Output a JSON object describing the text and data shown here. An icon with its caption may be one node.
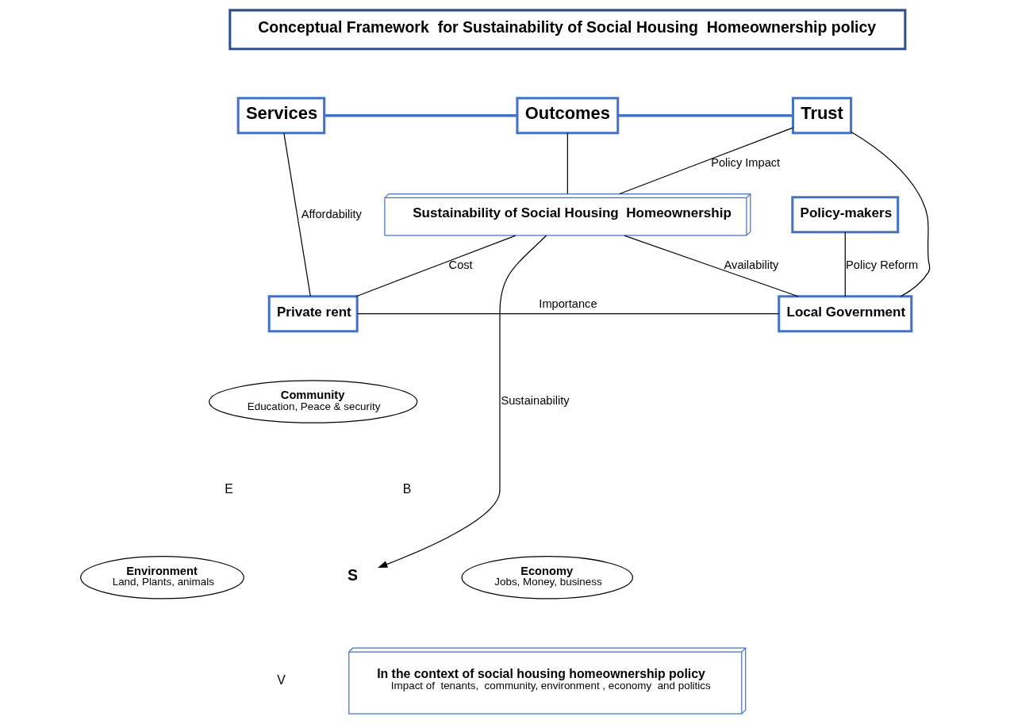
{
  "diagram": {
    "nodes": [
      {
        "text": [
          "Conceptual Framework  for Sustainability of Social Housing  Homeownership policy"
        ]
      },
      {
        "text": [
          "Services"
        ]
      },
      {
        "text": [
          "Outcomes"
        ]
      },
      {
        "text": [
          "Trust"
        ]
      },
      {
        "text": [
          "Sustainability of Social Housing  Homeownership"
        ]
      },
      {
        "text": [
          "Policy-makers"
        ]
      },
      {
        "text": [
          "Private rent"
        ]
      },
      {
        "text": [
          "Local Government"
        ]
      },
      {
        "text": [
          "Community",
          "Education, Peace & security"
        ]
      },
      {
        "text": [
          "Environment",
          "Land, Plants, animals"
        ]
      },
      {
        "text": [
          "S"
        ]
      },
      {
        "text": [
          "Economy",
          "Jobs, Money, business"
        ]
      },
      {
        "text": [
          "In the context of social housing homeownership policy",
          "Impact of  tenants,  community, environment , economy  and politics"
        ]
      }
    ],
    "edges": [
      {
        "from": 1,
        "to": 2,
        "arrow": "none",
        "style": "thick",
        "color": "#4472c4"
      },
      {
        "from": 2,
        "to": 3,
        "arrow": "none",
        "style": "thick",
        "color": "#4472c4"
      },
      {
        "from": 1,
        "to": 6,
        "arrow": "none",
        "label": "Affordability"
      },
      {
        "from": 2,
        "to": 4,
        "arrow": "none"
      },
      {
        "from": 4,
        "to": 3,
        "arrow": "none",
        "label": "Policy Impact"
      },
      {
        "from": 4,
        "to": 6,
        "arrow": "none",
        "label": "Cost"
      },
      {
        "from": 4,
        "to": 7,
        "arrow": "none",
        "label": "Availability"
      },
      {
        "from": 5,
        "to": 7,
        "arrow": "none",
        "label": "Policy Reform"
      },
      {
        "from": 3,
        "to": 7,
        "arrow": "none"
      },
      {
        "from": 6,
        "to": 7,
        "arrow": "none",
        "label": "Importance"
      },
      {
        "from": 4,
        "to": 10,
        "arrow": "to",
        "label": "Sustainability"
      }
    ],
    "labels": [
      "B",
      "E",
      "V"
    ]
  }
}
